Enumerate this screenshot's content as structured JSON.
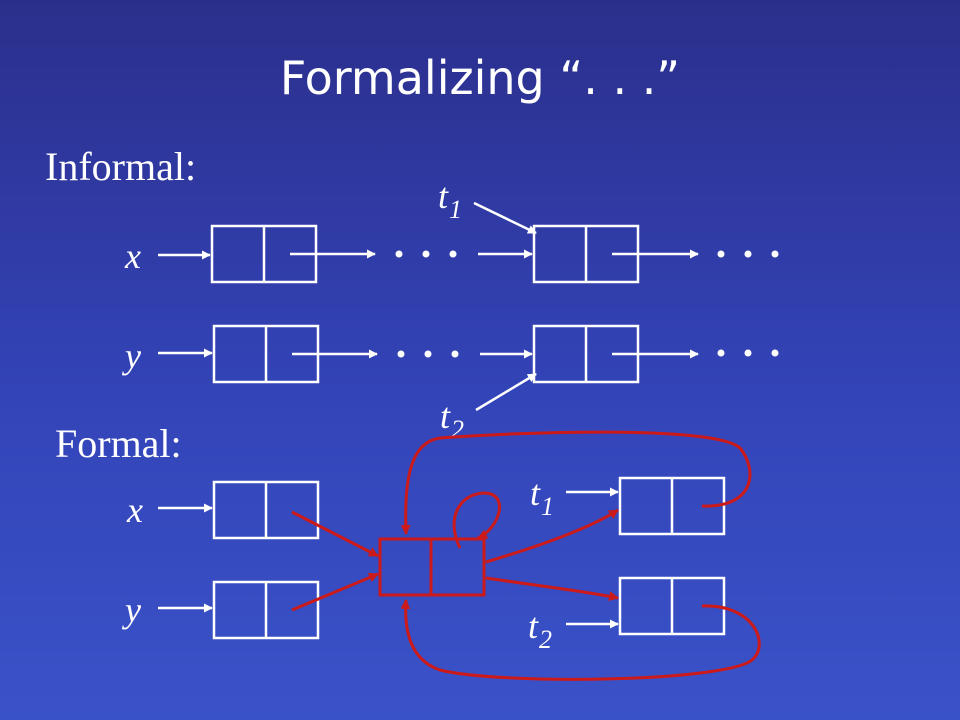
{
  "title": "Formalizing “. . .”",
  "informal_label": "Informal:",
  "formal_label": "Formal:",
  "vars": {
    "x": "x",
    "y": "y",
    "t": "t",
    "sub1": "1",
    "sub2": "2"
  },
  "colors": {
    "background": "#2f3aa0",
    "foreground": "#ffffff",
    "summary_edges": "#cc1a1a"
  }
}
